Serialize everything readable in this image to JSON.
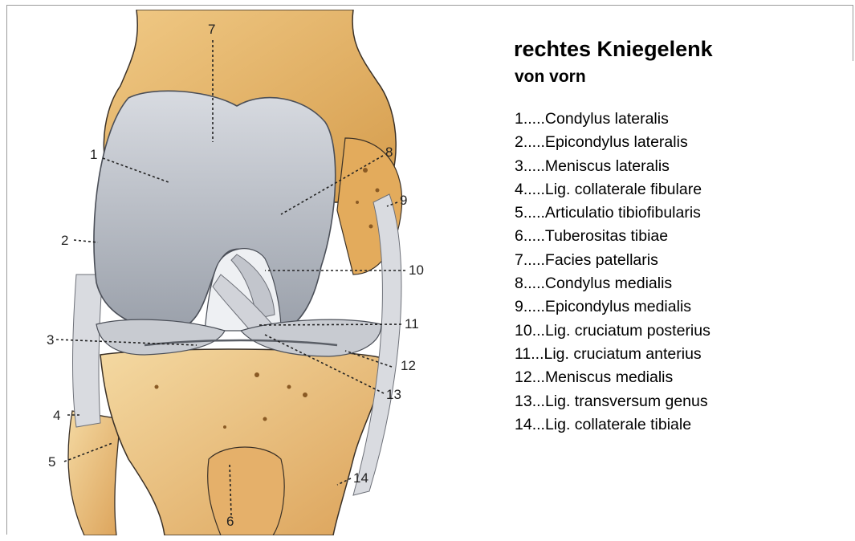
{
  "title": "rechtes Kniegelenk",
  "subtitle": "von vorn",
  "legend": [
    {
      "num": "1",
      "label": "1.....Condylus lateralis"
    },
    {
      "num": "2",
      "label": "2.....Epicondylus lateralis"
    },
    {
      "num": "3",
      "label": "3.....Meniscus lateralis"
    },
    {
      "num": "4",
      "label": "4.....Lig. collaterale fibulare"
    },
    {
      "num": "5",
      "label": "5.....Articulatio tibiofibularis"
    },
    {
      "num": "6",
      "label": "6.....Tuberositas tibiae"
    },
    {
      "num": "7",
      "label": "7.....Facies patellaris"
    },
    {
      "num": "8",
      "label": "8.....Condylus medialis"
    },
    {
      "num": "9",
      "label": "9.....Epicondylus medialis"
    },
    {
      "num": "10",
      "label": "10...Lig. cruciatum posterius"
    },
    {
      "num": "11",
      "label": "11...Lig. cruciatum anterius"
    },
    {
      "num": "12",
      "label": "12...Meniscus medialis"
    },
    {
      "num": "13",
      "label": "13...Lig. transversum genus"
    },
    {
      "num": "14",
      "label": "14...Lig. collaterale tibiale"
    }
  ],
  "colors": {
    "bone": "#e8b96a",
    "bone_light": "#f3d59c",
    "cartilage": "#c9ccd2",
    "cartilage_dark": "#8f949e",
    "ligament": "#d4d6db",
    "outline": "#3a3026"
  }
}
